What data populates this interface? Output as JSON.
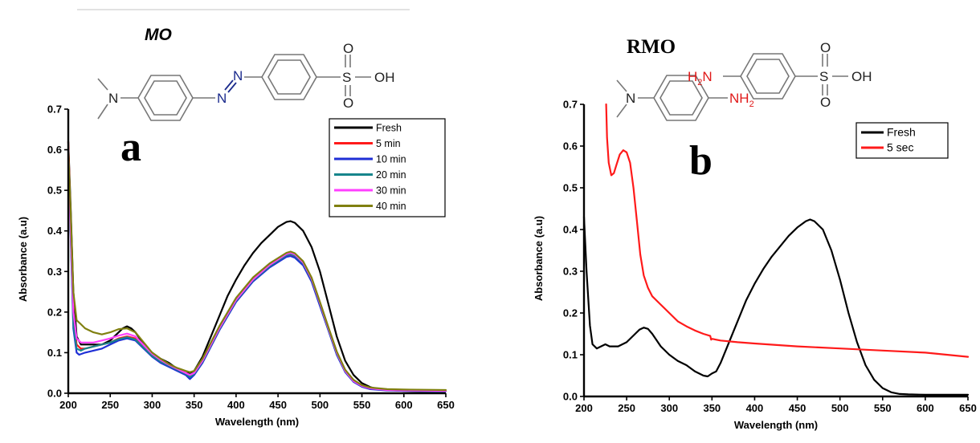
{
  "panel_a": {
    "letter": "a",
    "molecule_title": "MO",
    "atoms": {
      "n": "N",
      "azo1": "N",
      "azo2": "N",
      "s": "S",
      "o_top": "O",
      "o_bottom": "O",
      "oh": "OH"
    }
  },
  "panel_b": {
    "letter": "b",
    "molecule_title": "RMO",
    "atoms": {
      "n": "N",
      "h2n": "H",
      "h2n_sub": "2",
      "h2n_n": "N",
      "nh2_n": "NH",
      "nh2_sub": "2",
      "s": "S",
      "o_top": "O",
      "o_bottom": "O",
      "oh": "OH"
    }
  },
  "colors": {
    "fresh": "#000000",
    "5 min": "#ff1a1a",
    "10 min": "#1f2fd6",
    "20 min": "#17858c",
    "30 min": "#ff40ff",
    "40 min": "#808010",
    "5 sec": "#ff1a1a",
    "azo_bond": "#1a2a8c",
    "amine_label": "#e01818"
  },
  "chart_data": [
    {
      "type": "line",
      "xlabel": "Wavelength (nm)",
      "ylabel": "Absorbance (a.u)",
      "xlim": [
        200,
        650
      ],
      "ylim": [
        0.0,
        0.7
      ],
      "xticks": [
        200,
        250,
        300,
        350,
        400,
        450,
        500,
        550,
        600,
        650
      ],
      "yticks": [
        0.0,
        0.1,
        0.2,
        0.3,
        0.4,
        0.5,
        0.6,
        0.7
      ],
      "ytick_labels": [
        "0.0",
        "0.1",
        "0.2",
        "0.3",
        "0.4",
        "0.5",
        "0.6",
        "0.7"
      ],
      "legend_placement": "top-right",
      "series": [
        {
          "name": "Fresh",
          "color_key": "fresh",
          "x": [
            200,
            203,
            206,
            210,
            215,
            220,
            230,
            240,
            250,
            260,
            265,
            270,
            275,
            280,
            290,
            300,
            310,
            320,
            330,
            340,
            345,
            350,
            360,
            370,
            380,
            390,
            400,
            410,
            420,
            430,
            440,
            450,
            460,
            465,
            470,
            480,
            490,
            500,
            510,
            520,
            530,
            540,
            550,
            560,
            570,
            580,
            600,
            620,
            650
          ],
          "y": [
            0.62,
            0.45,
            0.25,
            0.14,
            0.12,
            0.12,
            0.12,
            0.12,
            0.13,
            0.15,
            0.16,
            0.165,
            0.16,
            0.15,
            0.12,
            0.1,
            0.085,
            0.075,
            0.06,
            0.05,
            0.05,
            0.055,
            0.09,
            0.14,
            0.19,
            0.24,
            0.28,
            0.315,
            0.345,
            0.37,
            0.39,
            0.41,
            0.422,
            0.424,
            0.42,
            0.4,
            0.36,
            0.3,
            0.22,
            0.14,
            0.08,
            0.045,
            0.025,
            0.015,
            0.01,
            0.008,
            0.006,
            0.005,
            0.005
          ]
        },
        {
          "name": "5 min",
          "color_key": "5 min",
          "x": [
            200,
            203,
            206,
            210,
            215,
            220,
            230,
            240,
            250,
            260,
            270,
            280,
            290,
            300,
            310,
            320,
            330,
            340,
            345,
            350,
            360,
            380,
            400,
            420,
            440,
            460,
            465,
            470,
            480,
            490,
            500,
            510,
            520,
            530,
            540,
            550,
            560,
            580,
            600,
            650
          ],
          "y": [
            0.62,
            0.42,
            0.2,
            0.12,
            0.11,
            0.11,
            0.115,
            0.12,
            0.125,
            0.135,
            0.14,
            0.135,
            0.115,
            0.095,
            0.08,
            0.07,
            0.06,
            0.05,
            0.045,
            0.05,
            0.08,
            0.16,
            0.23,
            0.28,
            0.315,
            0.34,
            0.342,
            0.338,
            0.32,
            0.28,
            0.22,
            0.16,
            0.1,
            0.055,
            0.03,
            0.018,
            0.012,
            0.008,
            0.007,
            0.006
          ]
        },
        {
          "name": "10 min",
          "color_key": "10 min",
          "x": [
            200,
            203,
            206,
            210,
            213,
            220,
            230,
            240,
            250,
            260,
            270,
            280,
            290,
            300,
            310,
            320,
            330,
            340,
            345,
            350,
            360,
            380,
            400,
            420,
            440,
            460,
            465,
            470,
            480,
            490,
            500,
            510,
            520,
            530,
            540,
            550,
            560,
            580,
            600,
            650
          ],
          "y": [
            0.6,
            0.38,
            0.16,
            0.1,
            0.095,
            0.1,
            0.105,
            0.11,
            0.12,
            0.13,
            0.135,
            0.13,
            0.11,
            0.09,
            0.075,
            0.065,
            0.055,
            0.045,
            0.035,
            0.045,
            0.075,
            0.155,
            0.225,
            0.275,
            0.31,
            0.336,
            0.338,
            0.334,
            0.315,
            0.275,
            0.215,
            0.155,
            0.095,
            0.052,
            0.028,
            0.016,
            0.01,
            0.007,
            0.006,
            0.005
          ]
        },
        {
          "name": "20 min",
          "color_key": "20 min",
          "x": [
            200,
            203,
            206,
            210,
            215,
            220,
            230,
            240,
            250,
            260,
            270,
            280,
            290,
            300,
            310,
            320,
            330,
            340,
            345,
            350,
            360,
            380,
            400,
            420,
            440,
            460,
            465,
            470,
            480,
            490,
            500,
            510,
            520,
            530,
            540,
            550,
            560,
            580,
            600,
            650
          ],
          "y": [
            0.6,
            0.39,
            0.17,
            0.11,
            0.105,
            0.11,
            0.115,
            0.12,
            0.125,
            0.133,
            0.138,
            0.132,
            0.112,
            0.092,
            0.078,
            0.068,
            0.058,
            0.048,
            0.04,
            0.048,
            0.078,
            0.158,
            0.228,
            0.278,
            0.313,
            0.34,
            0.343,
            0.339,
            0.32,
            0.28,
            0.22,
            0.158,
            0.098,
            0.054,
            0.03,
            0.018,
            0.012,
            0.008,
            0.007,
            0.006
          ]
        },
        {
          "name": "30 min",
          "color_key": "30 min",
          "x": [
            200,
            203,
            206,
            210,
            215,
            220,
            230,
            240,
            250,
            260,
            270,
            280,
            290,
            300,
            310,
            320,
            330,
            340,
            345,
            350,
            360,
            380,
            400,
            420,
            440,
            460,
            465,
            470,
            480,
            490,
            500,
            510,
            520,
            530,
            540,
            550,
            560,
            580,
            600,
            650
          ],
          "y": [
            0.6,
            0.4,
            0.2,
            0.135,
            0.125,
            0.125,
            0.125,
            0.13,
            0.135,
            0.142,
            0.147,
            0.14,
            0.118,
            0.097,
            0.082,
            0.07,
            0.06,
            0.05,
            0.045,
            0.05,
            0.08,
            0.16,
            0.23,
            0.28,
            0.316,
            0.343,
            0.346,
            0.342,
            0.322,
            0.282,
            0.222,
            0.16,
            0.1,
            0.055,
            0.03,
            0.018,
            0.012,
            0.008,
            0.007,
            0.006
          ]
        },
        {
          "name": "40 min",
          "color_key": "40 min",
          "x": [
            200,
            203,
            206,
            210,
            215,
            220,
            230,
            240,
            250,
            260,
            270,
            280,
            290,
            300,
            310,
            320,
            330,
            340,
            345,
            350,
            360,
            380,
            400,
            420,
            440,
            460,
            465,
            470,
            480,
            490,
            500,
            510,
            520,
            530,
            540,
            550,
            560,
            580,
            600,
            650
          ],
          "y": [
            0.6,
            0.44,
            0.25,
            0.18,
            0.17,
            0.16,
            0.15,
            0.145,
            0.15,
            0.158,
            0.16,
            0.15,
            0.125,
            0.1,
            0.085,
            0.072,
            0.062,
            0.055,
            0.052,
            0.055,
            0.085,
            0.165,
            0.235,
            0.285,
            0.32,
            0.346,
            0.349,
            0.345,
            0.325,
            0.285,
            0.225,
            0.163,
            0.103,
            0.058,
            0.033,
            0.02,
            0.014,
            0.01,
            0.009,
            0.008
          ]
        }
      ]
    },
    {
      "type": "line",
      "xlabel": "Wavelength (nm)",
      "ylabel": "Absorbance (a.u)",
      "xlim": [
        200,
        650
      ],
      "ylim": [
        0.0,
        0.7
      ],
      "xticks": [
        200,
        250,
        300,
        350,
        400,
        450,
        500,
        550,
        600,
        650
      ],
      "yticks": [
        0.0,
        0.1,
        0.2,
        0.3,
        0.4,
        0.5,
        0.6,
        0.7
      ],
      "ytick_labels": [
        "0.0",
        "0.1",
        "0.2",
        "0.3",
        "0.4",
        "0.5",
        "0.6",
        "0.7"
      ],
      "legend_placement": "top-right",
      "series": [
        {
          "name": "Fresh",
          "color_key": "fresh",
          "x": [
            200,
            203,
            207,
            210,
            215,
            220,
            225,
            230,
            240,
            250,
            260,
            265,
            270,
            275,
            280,
            290,
            300,
            310,
            320,
            330,
            340,
            345,
            350,
            355,
            360,
            370,
            380,
            390,
            400,
            410,
            420,
            430,
            440,
            450,
            460,
            465,
            470,
            480,
            490,
            500,
            510,
            520,
            530,
            540,
            550,
            560,
            570,
            580,
            600,
            620,
            650
          ],
          "y": [
            0.43,
            0.3,
            0.17,
            0.125,
            0.115,
            0.12,
            0.125,
            0.12,
            0.12,
            0.13,
            0.15,
            0.16,
            0.165,
            0.162,
            0.15,
            0.12,
            0.1,
            0.085,
            0.075,
            0.06,
            0.05,
            0.048,
            0.055,
            0.06,
            0.08,
            0.13,
            0.18,
            0.23,
            0.27,
            0.305,
            0.335,
            0.36,
            0.385,
            0.405,
            0.42,
            0.424,
            0.42,
            0.4,
            0.35,
            0.28,
            0.2,
            0.13,
            0.075,
            0.04,
            0.02,
            0.01,
            0.006,
            0.005,
            0.004,
            0.004,
            0.004
          ]
        },
        {
          "name": "5 sec",
          "color_key": "5 sec",
          "x": [
            226,
            227,
            229,
            232,
            235,
            238,
            242,
            246,
            250,
            254,
            258,
            262,
            266,
            270,
            275,
            280,
            290,
            300,
            310,
            320,
            330,
            340,
            348,
            349,
            350,
            360,
            380,
            400,
            450,
            500,
            550,
            600,
            650
          ],
          "y": [
            0.7,
            0.62,
            0.56,
            0.53,
            0.535,
            0.555,
            0.58,
            0.59,
            0.585,
            0.56,
            0.5,
            0.42,
            0.34,
            0.29,
            0.26,
            0.24,
            0.22,
            0.2,
            0.18,
            0.168,
            0.158,
            0.15,
            0.145,
            0.136,
            0.138,
            0.134,
            0.13,
            0.127,
            0.12,
            0.115,
            0.11,
            0.105,
            0.095
          ]
        }
      ]
    }
  ]
}
